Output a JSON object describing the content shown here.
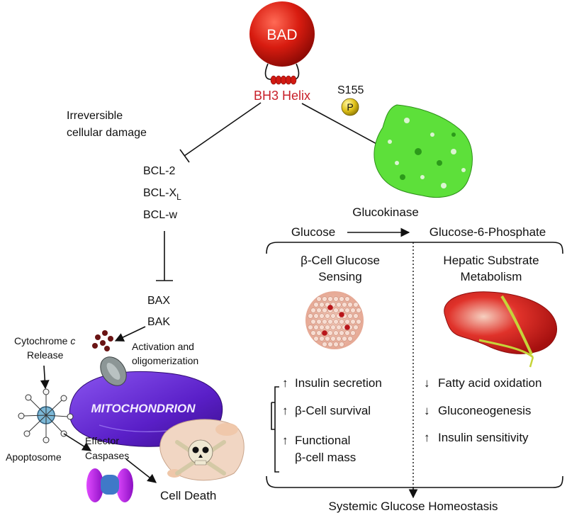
{
  "bad": {
    "label": "BAD",
    "helix_label": "BH3 Helix"
  },
  "phospho": {
    "site": "S155",
    "symbol": "P"
  },
  "left": {
    "damage_line1": "Irreversible",
    "damage_line2": "cellular damage",
    "bcl2": "BCL-2",
    "bclxl_main": "BCL-X",
    "bclxl_sub": "L",
    "bclw": "BCL-w",
    "bax": "BAX",
    "bak": "BAK",
    "cytochrome_line1": "Cytochrome ",
    "cytochrome_italic": "c",
    "cytochrome_line2": "Release",
    "activation_line1": "Activation and",
    "activation_line2": "oligomerization",
    "mitochondrion": "MITOCHONDRION",
    "apoptosome": "Apoptosome",
    "effector_line1": "Effector",
    "effector_line2": "Caspases",
    "cell_death": "Cell Death"
  },
  "right": {
    "glucokinase": "Glucokinase",
    "glucose": "Glucose",
    "g6p": "Glucose-6-Phosphate",
    "beta_title1": "β-Cell Glucose",
    "beta_title2": "Sensing",
    "hepatic_title1": "Hepatic Substrate",
    "hepatic_title2": "Metabolism",
    "beta_effects": [
      {
        "dir": "up",
        "text": "Insulin secretion"
      },
      {
        "dir": "up",
        "text": "β-Cell survival"
      },
      {
        "dir": "up",
        "text": "Functional",
        "text2": "β-cell mass"
      }
    ],
    "hepatic_effects": [
      {
        "dir": "down",
        "text": "Fatty acid oxidation"
      },
      {
        "dir": "down",
        "text": "Gluconeogenesis"
      },
      {
        "dir": "up",
        "text": "Insulin sensitivity"
      }
    ],
    "systemic": "Systemic Glucose Homeostasis"
  },
  "colors": {
    "bad_red": "#d11a12",
    "helix_text": "#c8202a",
    "glucokinase_green": "#5de03a",
    "mito_purple": "#6b2fd6",
    "liver_red": "#cc1e1e"
  }
}
